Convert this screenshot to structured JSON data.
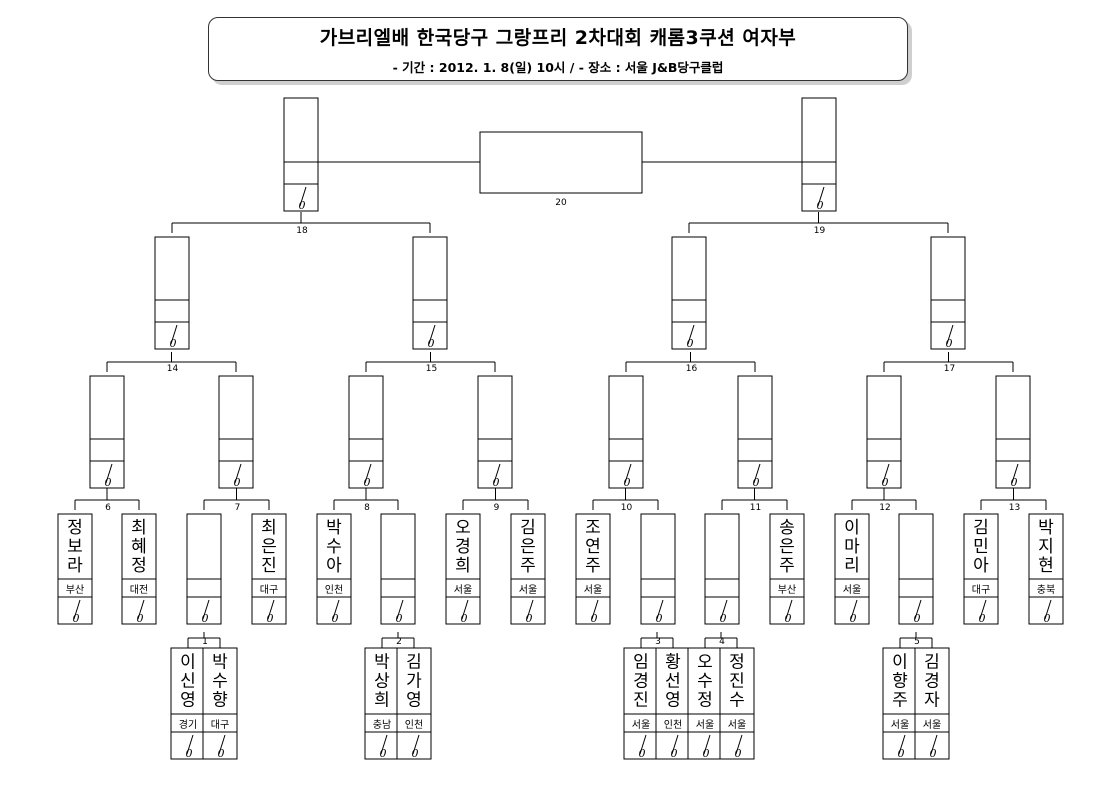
{
  "header": {
    "title": "가브리엘배 한국당구 그랑프리 2차대회 캐롬3쿠션 여자부",
    "subtitle": "- 기간 : 2012. 1. 8(일) 10시  /  - 장소 : 서울 J&B당구클럽"
  },
  "score_mark": "0",
  "players": [
    {
      "name": "정보라",
      "region": "부산"
    },
    {
      "name": "최혜정",
      "region": "대전"
    },
    {
      "name": "최은진",
      "region": "대구"
    },
    {
      "name": "박수아",
      "region": "인천"
    },
    {
      "name": "오경희",
      "region": "서울"
    },
    {
      "name": "김은주",
      "region": "서울"
    },
    {
      "name": "조연주",
      "region": "서울"
    },
    {
      "name": "송은주",
      "region": "부산"
    },
    {
      "name": "이마리",
      "region": "서울"
    },
    {
      "name": "김민아",
      "region": "대구"
    },
    {
      "name": "박지현",
      "region": "충북"
    },
    {
      "name": "이신영",
      "region": "경기"
    },
    {
      "name": "박수향",
      "region": "대구"
    },
    {
      "name": "박상희",
      "region": "충남"
    },
    {
      "name": "김가영",
      "region": "인천"
    },
    {
      "name": "임경진",
      "region": "서울"
    },
    {
      "name": "황선영",
      "region": "인천"
    },
    {
      "name": "오수정",
      "region": "서울"
    },
    {
      "name": "정진수",
      "region": "서울"
    },
    {
      "name": "이향주",
      "region": "서울"
    },
    {
      "name": "김경자",
      "region": "서울"
    }
  ],
  "matches": [
    "1",
    "2",
    "3",
    "4",
    "5",
    "6",
    "7",
    "8",
    "9",
    "10",
    "11",
    "12",
    "13",
    "14",
    "15",
    "16",
    "17",
    "18",
    "19",
    "20"
  ]
}
